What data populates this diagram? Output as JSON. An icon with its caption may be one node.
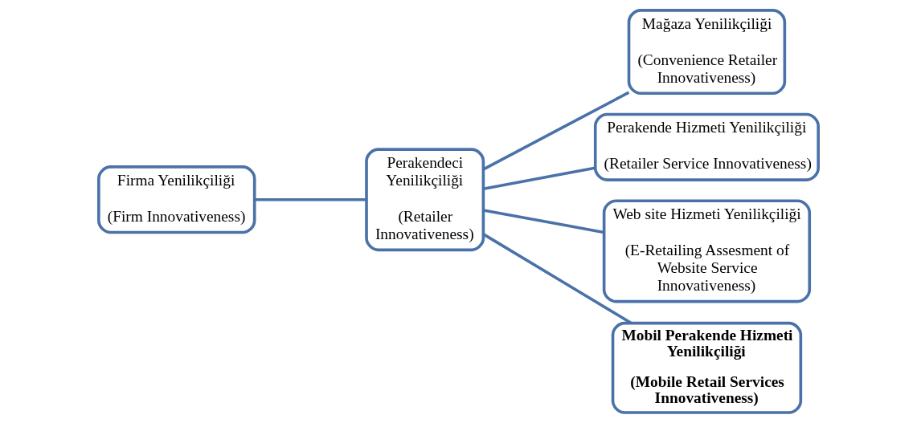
{
  "diagram": {
    "nodes": [
      {
        "text": [
          "Firma Yenilikçiliği",
          "(Firm Innovativeness)"
        ]
      },
      {
        "text": [
          "Perakendeci Yenilikçiliği",
          "(Retailer Innovativeness)"
        ]
      },
      {
        "text": [
          "Mağaza Yenilikçiliği",
          "(Convenience Retailer Innovativeness)"
        ]
      },
      {
        "text": [
          "Perakende Hizmeti Yenilikçiliği",
          "(Retailer Service Innovativeness)"
        ]
      },
      {
        "text": [
          "Web site Hizmeti Yenilikçiliği",
          "(E-Retailing Assesment of Website Service Innovativeness)"
        ]
      },
      {
        "text": [
          "Mobil Perakende Hizmeti Yenilikçiliği",
          "(Mobile Retail Services Innovativeness)"
        ]
      }
    ],
    "edges": [
      {
        "from": 0,
        "to": 1,
        "arrow": "none"
      },
      {
        "from": 1,
        "to": 2,
        "arrow": "none"
      },
      {
        "from": 1,
        "to": 3,
        "arrow": "none"
      },
      {
        "from": 1,
        "to": 4,
        "arrow": "none"
      },
      {
        "from": 1,
        "to": 5,
        "arrow": "none"
      }
    ]
  }
}
